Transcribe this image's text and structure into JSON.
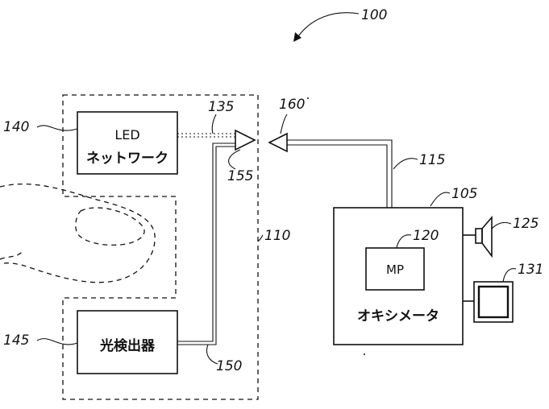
{
  "refs": {
    "system": "100",
    "sensor": "110",
    "cable": "115",
    "oximeter": "105",
    "mp": "120",
    "speaker": "125",
    "display": "131",
    "led_net": "140",
    "led_line": "135",
    "det_ref": "145",
    "det_line": "150",
    "conn_sensor": "155",
    "conn_cable": "160"
  },
  "boxes": {
    "led_line1": "LED",
    "led_line2": "ネットワーク",
    "detector": "光検出器",
    "mp": "MP",
    "oximeter": "オキシメータ"
  }
}
